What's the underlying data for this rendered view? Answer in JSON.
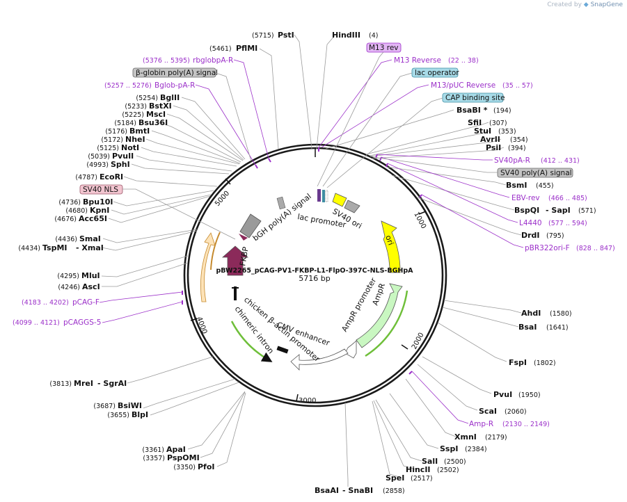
{
  "credit": {
    "prefix": "Created by",
    "brand": "SnapGene"
  },
  "plasmid": {
    "name": "pBW2265_pCAG-PV1-FKBP-L1-FlpO-397C-NLS-BGHpA",
    "size": "5716 bp"
  },
  "ticks": [
    "1000",
    "2000",
    "3000",
    "4000",
    "5000"
  ],
  "features": {
    "bgh": "bGH poly(A) signal",
    "lac": "lac promoter",
    "sv40ori": "SV40 ori",
    "fkbp": "FKBP",
    "ori": "ori",
    "ampr": "AmpR",
    "amprpro": "AmpR promoter",
    "cmv": "CMV enhancer",
    "chicken": "chicken β-actin promoter",
    "intron": "chimeric intron"
  },
  "enzymes": [
    {
      "name": "PstI",
      "pos": "(5715)"
    },
    {
      "name": "HindIII",
      "pos": "(4)"
    },
    {
      "name": "PflMI",
      "pos": "(5461)"
    },
    {
      "name": "BglII",
      "pos": "(5254)"
    },
    {
      "name": "BstXI",
      "pos": "(5233)"
    },
    {
      "name": "MscI",
      "pos": "(5225)"
    },
    {
      "name": "Bsu36I",
      "pos": "(5184)"
    },
    {
      "name": "BmtI",
      "pos": "(5176)"
    },
    {
      "name": "NheI",
      "pos": "(5172)"
    },
    {
      "name": "NotI",
      "pos": "(5125)"
    },
    {
      "name": "PvuII",
      "pos": "(5039)"
    },
    {
      "name": "SphI",
      "pos": "(4993)"
    },
    {
      "name": "EcoRI",
      "pos": "(4787)"
    },
    {
      "name": "Bpu10I",
      "pos": "(4736)"
    },
    {
      "name": "KpnI",
      "pos": "(4680)"
    },
    {
      "name": "Acc65I",
      "pos": "(4676)"
    },
    {
      "name": "SmaI",
      "pos": "(4436)"
    },
    {
      "name": "TspMI",
      "pos": "(4434)",
      "alt": "XmaI"
    },
    {
      "name": "MluI",
      "pos": "(4295)"
    },
    {
      "name": "AscI",
      "pos": "(4246)"
    },
    {
      "name": "MreI",
      "pos": "(3813)",
      "alt": "SgrAI"
    },
    {
      "name": "BsiWI",
      "pos": "(3687)"
    },
    {
      "name": "BlpI",
      "pos": "(3655)"
    },
    {
      "name": "ApaI",
      "pos": "(3361)"
    },
    {
      "name": "PspOMI",
      "pos": "(3357)"
    },
    {
      "name": "PfoI",
      "pos": "(3350)"
    },
    {
      "name": "BsaAI",
      "pos": "(2858)",
      "alt": "SnaBI"
    },
    {
      "name": "BsaBI",
      "pos": "(194)",
      "star": "*"
    },
    {
      "name": "SfiI",
      "pos": "(307)"
    },
    {
      "name": "StuI",
      "pos": "(353)"
    },
    {
      "name": "AvrII",
      "pos": "(354)"
    },
    {
      "name": "PsiI",
      "pos": "(394)"
    },
    {
      "name": "BsmI",
      "pos": "(455)"
    },
    {
      "name": "BspQI",
      "pos": "(571)",
      "alt": "SapI"
    },
    {
      "name": "DrdI",
      "pos": "(795)"
    },
    {
      "name": "AhdI",
      "pos": "(1580)"
    },
    {
      "name": "BsaI",
      "pos": "(1641)"
    },
    {
      "name": "FspI",
      "pos": "(1802)"
    },
    {
      "name": "PvuI",
      "pos": "(1950)"
    },
    {
      "name": "ScaI",
      "pos": "(2060)"
    },
    {
      "name": "XmnI",
      "pos": "(2179)"
    },
    {
      "name": "SspI",
      "pos": "(2384)"
    },
    {
      "name": "SalI",
      "pos": "(2500)"
    },
    {
      "name": "HincII",
      "pos": "(2502)"
    },
    {
      "name": "SpeI",
      "pos": "(2517)"
    }
  ],
  "primers": [
    {
      "name": "rbglobpA-R",
      "pos": "(5376 .. 5395)"
    },
    {
      "name": "Bglob-pA-R",
      "pos": "(5257 .. 5276)"
    },
    {
      "name": "pCAG-F",
      "pos": "(4183 .. 4202)"
    },
    {
      "name": "pCAGGS-5",
      "pos": "(4099 .. 4121)"
    },
    {
      "name": "M13 Reverse",
      "pos": "(22 .. 38)"
    },
    {
      "name": "M13/pUC Reverse",
      "pos": "(35 .. 57)"
    },
    {
      "name": "SV40pA-R",
      "pos": "(412 .. 431)"
    },
    {
      "name": "EBV-rev",
      "pos": "(466 .. 485)"
    },
    {
      "name": "L4440",
      "pos": "(577 .. 594)"
    },
    {
      "name": "pBR322ori-F",
      "pos": "(828 .. 847)"
    },
    {
      "name": "Amp-R",
      "pos": "(2130 .. 2149)"
    }
  ],
  "boxes": [
    {
      "label": "M13 rev",
      "fill": "#e3b6f5",
      "stroke": "#9b2fc9"
    },
    {
      "label": "lac operator",
      "fill": "#a8dbe8",
      "stroke": "#3f8ea3"
    },
    {
      "label": "CAP binding site",
      "fill": "#a8dbe8",
      "stroke": "#3f8ea3"
    },
    {
      "label": "SV40 poly(A) signal",
      "fill": "#c4c4c4",
      "stroke": "#666"
    },
    {
      "label": "β-globin poly(A) signal",
      "fill": "#c4c4c4",
      "stroke": "#666"
    },
    {
      "label": "SV40 NLS",
      "fill": "#f2c5d0",
      "stroke": "#9a5566"
    }
  ]
}
